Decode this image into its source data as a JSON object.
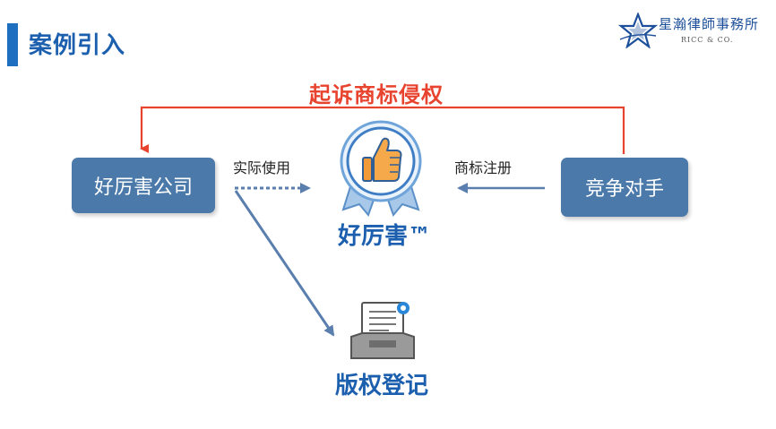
{
  "header": {
    "title": "案例引入",
    "accent_color": "#1f6fc0"
  },
  "logo": {
    "name": "星瀚律師事務所",
    "sub": "RICC & CO.",
    "icon": "star-logo-icon"
  },
  "diagram": {
    "sue_label": "起诉商标侵权",
    "left_node": "好厉害公司",
    "right_node": "竞争对手",
    "use_label": "实际使用",
    "register_label": "商标注册",
    "center_label": "好厉害™",
    "bottom_label": "版权登记",
    "center_icon": "thumbs-up-badge-icon",
    "bottom_icon": "document-tray-icon",
    "colors": {
      "sue_arrow": "#e8432e",
      "node_fill": "#4a79aa",
      "arrow": "#5a7fae",
      "title": "#1b5fae"
    }
  }
}
